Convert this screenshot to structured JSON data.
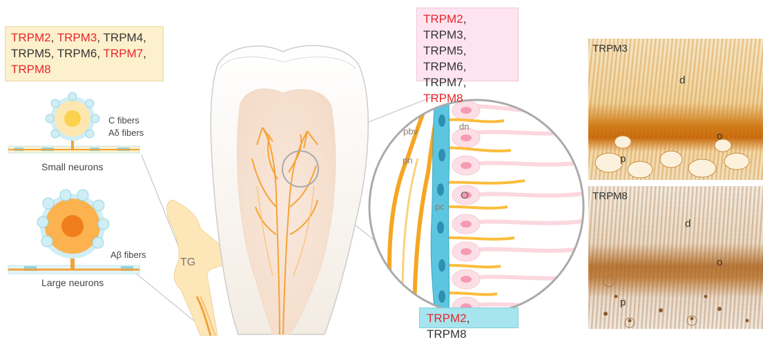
{
  "left_box": {
    "items": [
      {
        "text": "TRPM2",
        "color": "#e8252a"
      },
      {
        "text": ", ",
        "color": "#333333"
      },
      {
        "text": "TRPM3",
        "color": "#e8252a"
      },
      {
        "text": ", TRPM4,",
        "color": "#333333"
      },
      {
        "text": "TRPM5, TRPM6, ",
        "color": "#333333"
      },
      {
        "text": "TRPM7",
        "color": "#e8252a"
      },
      {
        "text": ",",
        "color": "#333333"
      },
      {
        "text": "TRPM8",
        "color": "#e8252a"
      }
    ],
    "background": "#fdf0cc"
  },
  "middle_box": {
    "items": [
      {
        "text": "TRPM2",
        "color": "#e8252a"
      },
      {
        "text": ", TRPM3,",
        "color": "#333333"
      },
      {
        "text": "TRPM5, TRPM6,",
        "color": "#333333"
      },
      {
        "text": "TRPM7,",
        "color": "#333333"
      },
      {
        "text": "TRPM8",
        "color": "#e8252a"
      }
    ],
    "background": "#fde4ef"
  },
  "bottom_box": {
    "items": [
      {
        "text": "TRPM2",
        "color": "#e8252a"
      },
      {
        "text": ", TRPM8",
        "color": "#333333"
      }
    ],
    "background": "#a6e4ee"
  },
  "neuron_labels": {
    "c_fibers": "C fibers",
    "ad_fibers": "Aδ fibers",
    "small_neurons": "Small neurons",
    "ab_fibers": "Aβ fibers",
    "large_neurons": "Large neurons",
    "tg": "TG"
  },
  "magnified_labels": {
    "pbv": "pbv",
    "pn": "pn",
    "dn": "dn",
    "o": "O",
    "pc": "pc"
  },
  "micrographs": [
    {
      "title": "TRPM3",
      "d": "d",
      "o": "o",
      "p": "p"
    },
    {
      "title": "TRPM8",
      "d": "d",
      "o": "o",
      "p": "p"
    }
  ]
}
